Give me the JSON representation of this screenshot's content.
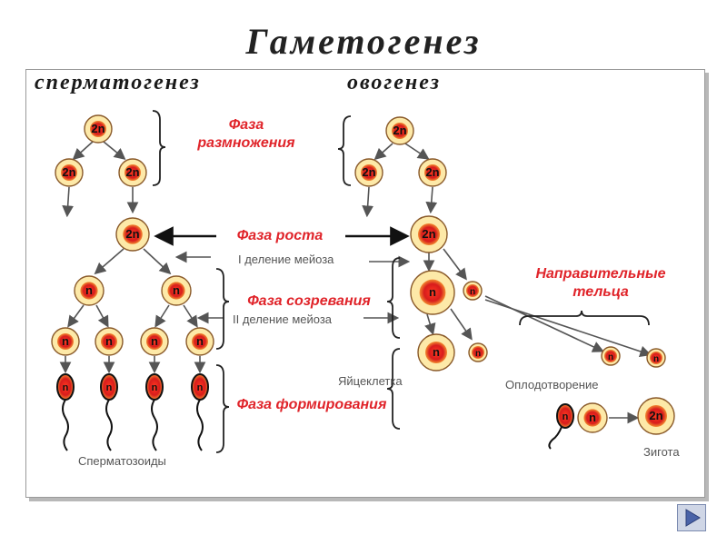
{
  "title": "Гаметогенез",
  "headings": {
    "left": "сперматогенез",
    "right": "овогенез"
  },
  "phases": {
    "reproduction": "Фаза размножения",
    "growth": "Фаза роста",
    "maturation": "Фаза созревания",
    "formation": "Фаза формирования",
    "polar_bodies": "Направительные тельца"
  },
  "labels": {
    "meiosis1": "I деление мейоза",
    "meiosis2": "II деление мейоза",
    "sperm": "Сперматозоиды",
    "egg": "Яйцеклетка",
    "fertilization": "Оплодотворение",
    "zygote": "Зигота"
  },
  "cell_labels": {
    "diploid": "2n",
    "haploid": "n"
  },
  "colors": {
    "accent": "#e0242a",
    "arrow": "#555555",
    "nucleus": "#d81c1c",
    "cell_fill": "#fde9a8"
  },
  "nav": {
    "icon": "play-next-icon"
  }
}
